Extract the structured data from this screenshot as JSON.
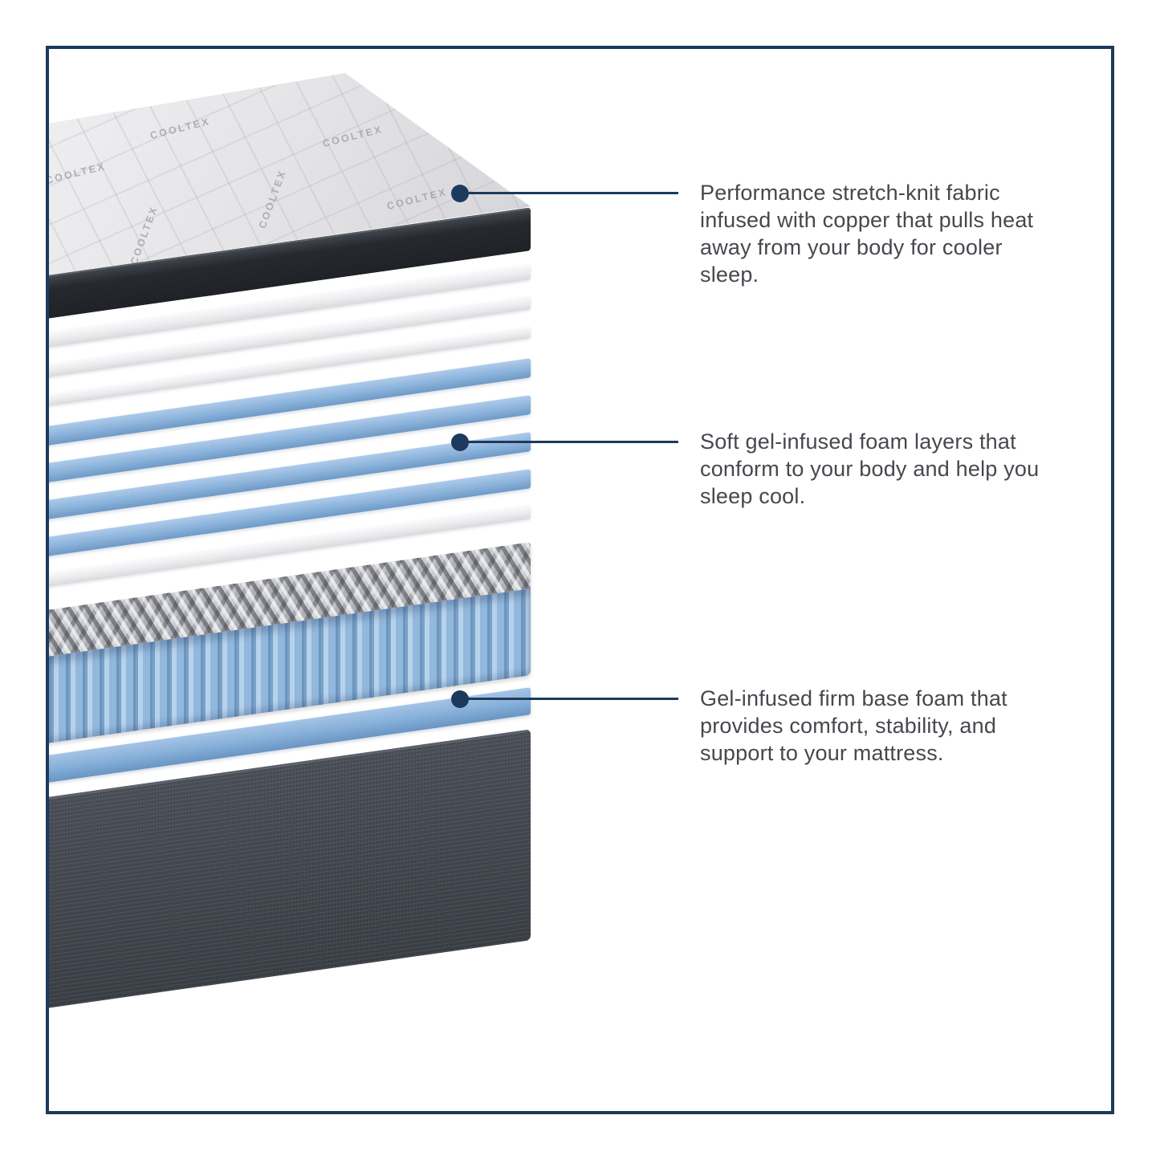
{
  "illustration": {
    "fabric_brand": "COOLTEX"
  },
  "callouts": [
    {
      "text": "Performance stretch-knit fabric infused with copper that pulls heat away from your body for cooler sleep."
    },
    {
      "text": "Soft gel-infused foam layers that conform to your body and help you sleep cool."
    },
    {
      "text": "Gel-infused firm base foam that provides comfort, stability, and support to your mattress."
    }
  ],
  "colors": {
    "accent_navy": "#1d3a5c",
    "text": "#45484d",
    "foam_blue": "#8ab2da",
    "foundation_gray": "#4a4e56"
  }
}
